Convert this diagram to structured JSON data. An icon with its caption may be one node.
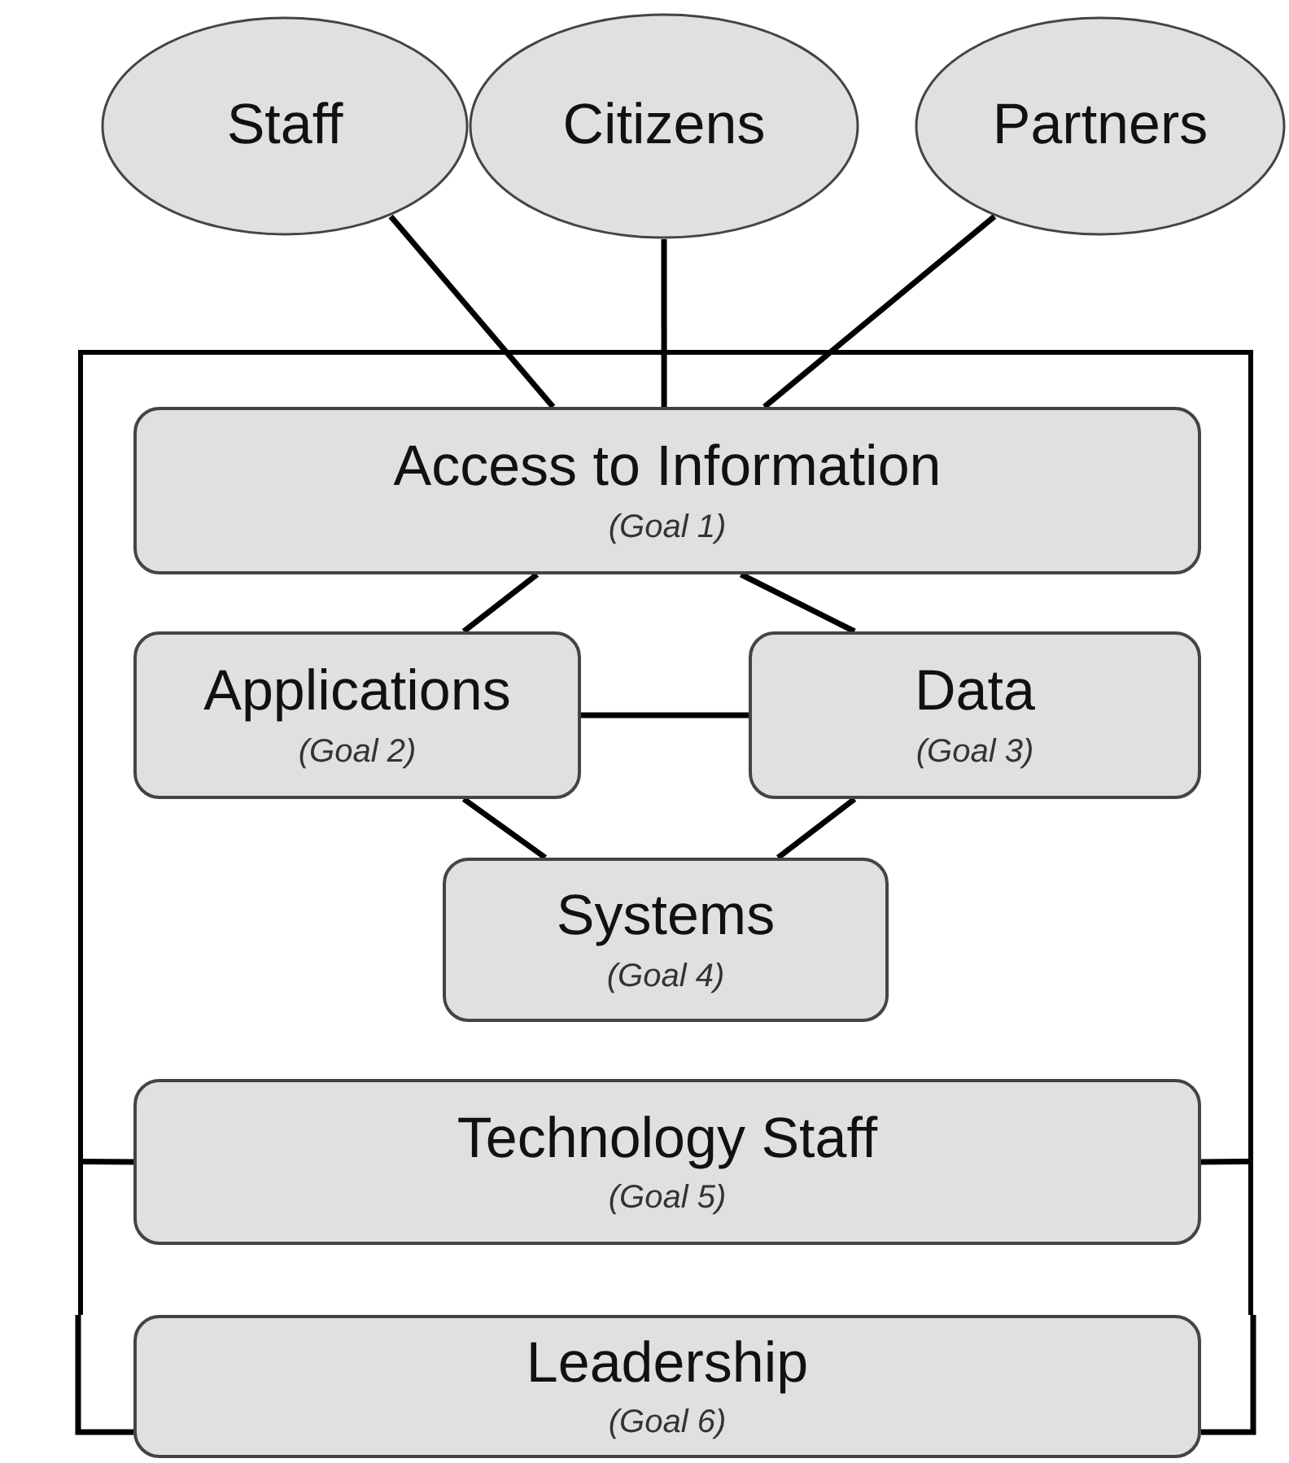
{
  "diagram": {
    "nodes": [
      {
        "text": [
          "Staff"
        ]
      },
      {
        "text": [
          "Citizens"
        ]
      },
      {
        "text": [
          "Partners"
        ]
      },
      {
        "text": [],
        "shape": "box"
      },
      {
        "text": [
          "Access to Information",
          "(Goal 1)"
        ],
        "in": 3
      },
      {
        "text": [
          "Applications",
          "(Goal 2)"
        ],
        "in": 3
      },
      {
        "text": [
          "Data",
          "(Goal 3)"
        ],
        "in": 3
      },
      {
        "text": [
          "Systems",
          "(Goal 4)"
        ],
        "in": 3
      },
      {
        "text": [
          "Technology Staff",
          "(Goal 5)"
        ],
        "in": 3
      },
      {
        "text": [
          "Leadership",
          "(Goal 6)"
        ]
      }
    ],
    "edges": [
      {
        "from": 0,
        "to": 4,
        "arrow": "none"
      },
      {
        "from": 1,
        "to": 4,
        "arrow": "none"
      },
      {
        "from": 2,
        "to": 4,
        "arrow": "none"
      },
      {
        "from": 4,
        "to": 5,
        "arrow": "none"
      },
      {
        "from": 4,
        "to": 6,
        "arrow": "none"
      },
      {
        "from": 5,
        "to": 6,
        "arrow": "none"
      },
      {
        "from": 5,
        "to": 7,
        "arrow": "none"
      },
      {
        "from": 6,
        "to": 7,
        "arrow": "none"
      },
      {
        "from": 3,
        "to": 8,
        "arrow": "none"
      },
      {
        "from": 3,
        "to": 8,
        "arrow": "none"
      },
      {
        "from": 3,
        "to": 9,
        "arrow": "none"
      },
      {
        "from": 3,
        "to": 9,
        "arrow": "none"
      }
    ]
  }
}
